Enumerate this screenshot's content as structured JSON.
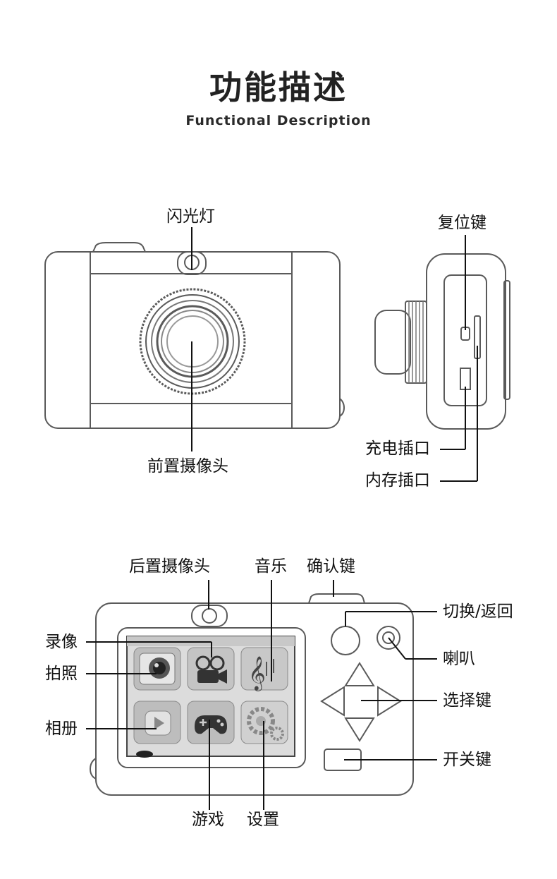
{
  "header": {
    "title": "功能描述",
    "subtitle": "Functional Description"
  },
  "front_view": {
    "flash": "闪光灯",
    "front_camera": "前置摄像头"
  },
  "side_view": {
    "reset_key": "复位键",
    "charging_port": "充电插口",
    "memory_slot": "内存插口"
  },
  "back_view": {
    "rear_camera": "后置摄像头",
    "music": "音乐",
    "confirm_key": "确认键",
    "switch_return": "切换/返回",
    "video": "录像",
    "photo": "拍照",
    "speaker": "喇叭",
    "select_key": "选择键",
    "album": "相册",
    "power_key": "开关键",
    "game": "游戏",
    "settings": "设置"
  },
  "colors": {
    "outline": "#555555",
    "leader": "#111111",
    "screen_bg": "#d8d8d8",
    "icon_tile": "#c4c4c4"
  }
}
